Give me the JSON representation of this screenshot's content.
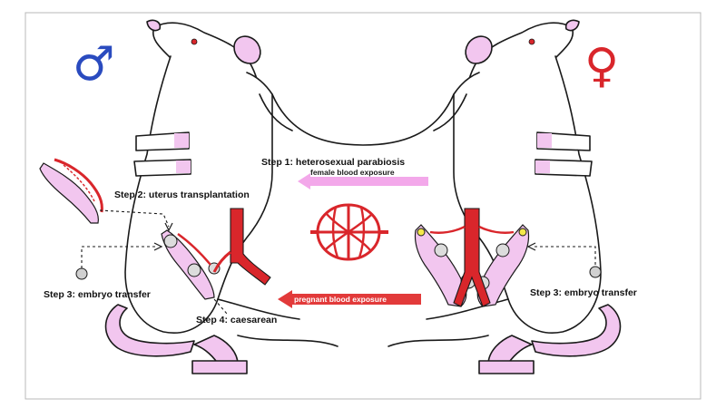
{
  "symbols": {
    "male": "♂",
    "female": "♀"
  },
  "steps": {
    "step1": "Step 1: heterosexual parabiosis",
    "step2": "Step 2: uterus transplantation",
    "step3_left": "Step 3: embryo transfer",
    "step3_right": "Step 3: embryo transfer",
    "step4": "Step 4: caesarean"
  },
  "arrows": {
    "female_blood": "female blood exposure",
    "pregnant_blood": "pregnant blood exposure"
  },
  "colors": {
    "outline": "#1a1a1a",
    "pink": "#f2c6ef",
    "vessel_red": "#d9262b",
    "male_blue": "#2a4bbf",
    "female_red": "#d9262b",
    "arrow_pink": "#f3a8ea",
    "arrow_red": "#e23a3a",
    "frame": "#b8b8b8"
  }
}
